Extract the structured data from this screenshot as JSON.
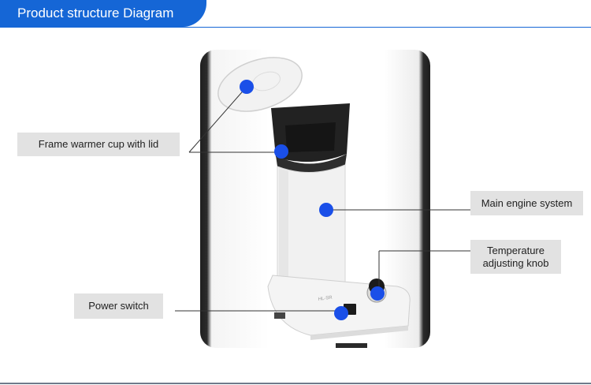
{
  "header": {
    "title": "Product structure Diagram"
  },
  "colors": {
    "brand": "#1566d6",
    "marker": "#1a4fe8",
    "callout_bg": "#e2e2e2"
  },
  "callouts": {
    "frame_warmer": "Frame warmer cup with lid",
    "main_engine": "Main engine system",
    "temperature_knob": "Temperature adjusting knob",
    "power_switch": "Power switch"
  }
}
